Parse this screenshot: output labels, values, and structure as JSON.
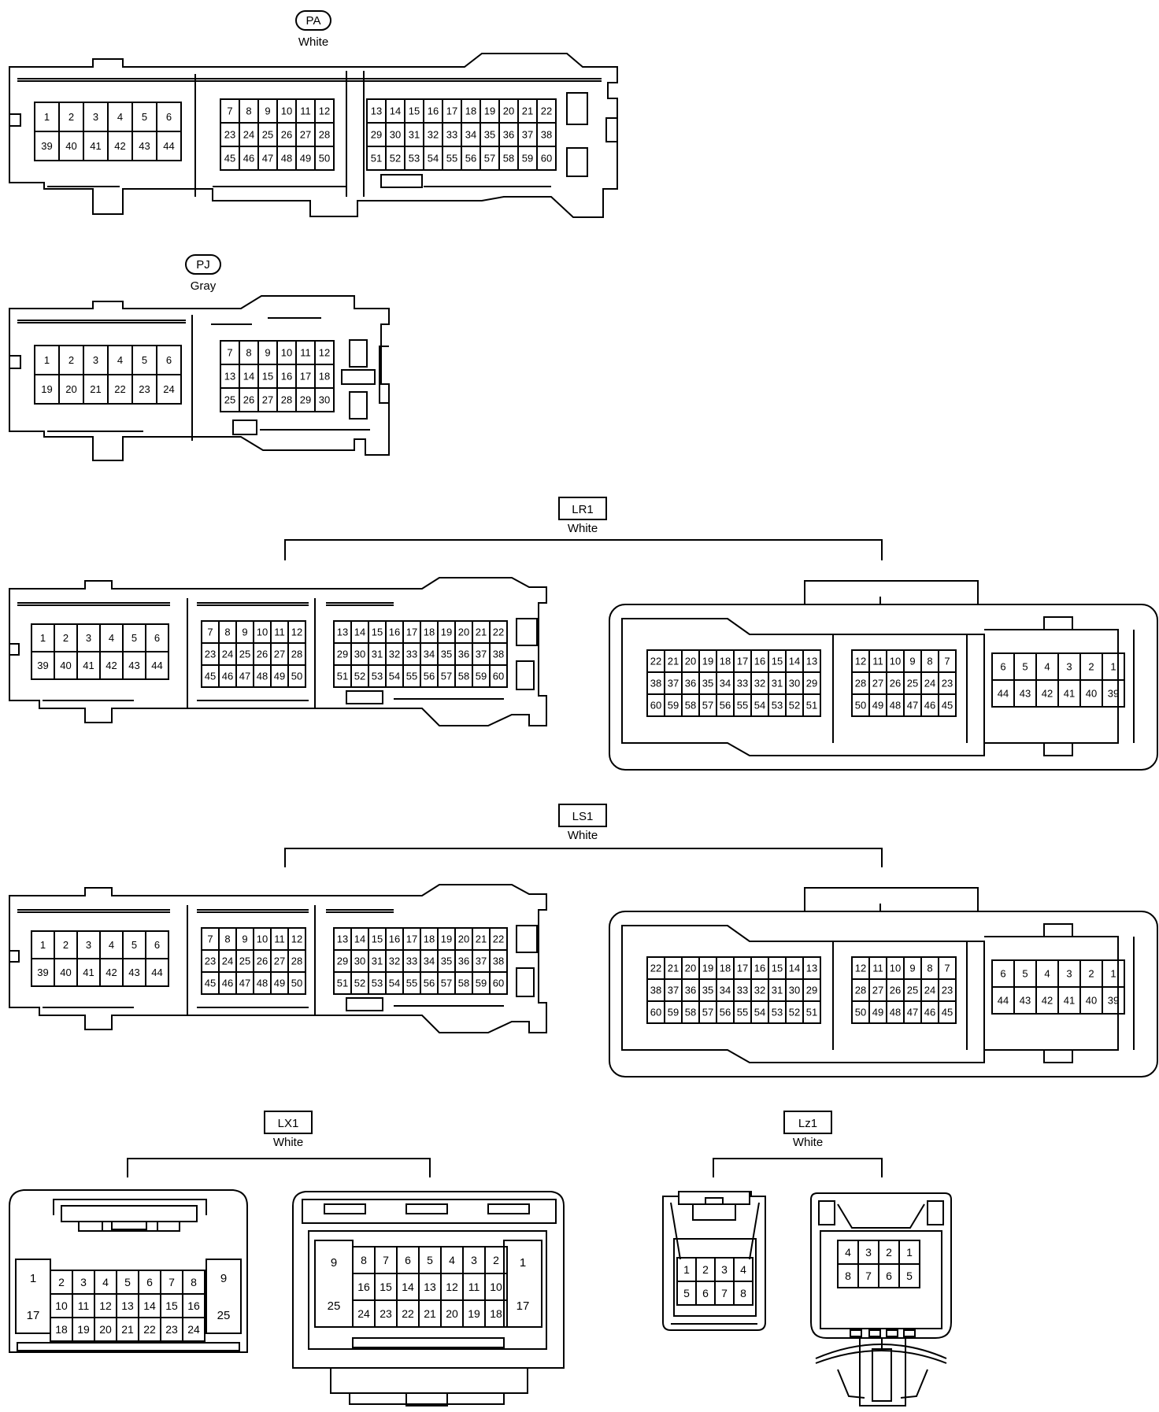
{
  "connectors": [
    {
      "id": "PA",
      "label_shape": "pill",
      "color": "White",
      "views": [
        {
          "blocks": [
            {
              "rows": [
                [
                  "1",
                  "2",
                  "3",
                  "4",
                  "5",
                  "6"
                ],
                [
                  "39",
                  "40",
                  "41",
                  "42",
                  "43",
                  "44"
                ]
              ]
            },
            {
              "rows": [
                [
                  "7",
                  "8",
                  "9",
                  "10",
                  "11",
                  "12"
                ],
                [
                  "23",
                  "24",
                  "25",
                  "26",
                  "27",
                  "28"
                ],
                [
                  "45",
                  "46",
                  "47",
                  "48",
                  "49",
                  "50"
                ]
              ]
            },
            {
              "rows": [
                [
                  "13",
                  "14",
                  "15",
                  "16",
                  "17",
                  "18",
                  "19",
                  "20",
                  "21",
                  "22"
                ],
                [
                  "29",
                  "30",
                  "31",
                  "32",
                  "33",
                  "34",
                  "35",
                  "36",
                  "37",
                  "38"
                ],
                [
                  "51",
                  "52",
                  "53",
                  "54",
                  "55",
                  "56",
                  "57",
                  "58",
                  "59",
                  "60"
                ]
              ]
            }
          ]
        }
      ]
    },
    {
      "id": "PJ",
      "label_shape": "pill",
      "color": "Gray",
      "views": [
        {
          "blocks": [
            {
              "rows": [
                [
                  "1",
                  "2",
                  "3",
                  "4",
                  "5",
                  "6"
                ],
                [
                  "19",
                  "20",
                  "21",
                  "22",
                  "23",
                  "24"
                ]
              ]
            },
            {
              "rows": [
                [
                  "7",
                  "8",
                  "9",
                  "10",
                  "11",
                  "12"
                ],
                [
                  "13",
                  "14",
                  "15",
                  "16",
                  "17",
                  "18"
                ],
                [
                  "25",
                  "26",
                  "27",
                  "28",
                  "29",
                  "30"
                ]
              ]
            }
          ]
        }
      ]
    },
    {
      "id": "LR1",
      "label_shape": "box",
      "color": "White",
      "views": [
        {
          "blocks": [
            {
              "rows": [
                [
                  "1",
                  "2",
                  "3",
                  "4",
                  "5",
                  "6"
                ],
                [
                  "39",
                  "40",
                  "41",
                  "42",
                  "43",
                  "44"
                ]
              ]
            },
            {
              "rows": [
                [
                  "7",
                  "8",
                  "9",
                  "10",
                  "11",
                  "12"
                ],
                [
                  "23",
                  "24",
                  "25",
                  "26",
                  "27",
                  "28"
                ],
                [
                  "45",
                  "46",
                  "47",
                  "48",
                  "49",
                  "50"
                ]
              ]
            },
            {
              "rows": [
                [
                  "13",
                  "14",
                  "15",
                  "16",
                  "17",
                  "18",
                  "19",
                  "20",
                  "21",
                  "22"
                ],
                [
                  "29",
                  "30",
                  "31",
                  "32",
                  "33",
                  "34",
                  "35",
                  "36",
                  "37",
                  "38"
                ],
                [
                  "51",
                  "52",
                  "53",
                  "54",
                  "55",
                  "56",
                  "57",
                  "58",
                  "59",
                  "60"
                ]
              ]
            }
          ]
        },
        {
          "blocks": [
            {
              "rows": [
                [
                  "22",
                  "21",
                  "20",
                  "19",
                  "18",
                  "17",
                  "16",
                  "15",
                  "14",
                  "13"
                ],
                [
                  "38",
                  "37",
                  "36",
                  "35",
                  "34",
                  "33",
                  "32",
                  "31",
                  "30",
                  "29"
                ],
                [
                  "60",
                  "59",
                  "58",
                  "57",
                  "56",
                  "55",
                  "54",
                  "53",
                  "52",
                  "51"
                ]
              ]
            },
            {
              "rows": [
                [
                  "12",
                  "11",
                  "10",
                  "9",
                  "8",
                  "7"
                ],
                [
                  "28",
                  "27",
                  "26",
                  "25",
                  "24",
                  "23"
                ],
                [
                  "50",
                  "49",
                  "48",
                  "47",
                  "46",
                  "45"
                ]
              ]
            },
            {
              "rows": [
                [
                  "6",
                  "5",
                  "4",
                  "3",
                  "2",
                  "1"
                ],
                [
                  "44",
                  "43",
                  "42",
                  "41",
                  "40",
                  "39"
                ]
              ]
            }
          ]
        }
      ]
    },
    {
      "id": "LS1",
      "label_shape": "box",
      "color": "White",
      "views": [
        {
          "blocks": [
            {
              "rows": [
                [
                  "1",
                  "2",
                  "3",
                  "4",
                  "5",
                  "6"
                ],
                [
                  "39",
                  "40",
                  "41",
                  "42",
                  "43",
                  "44"
                ]
              ]
            },
            {
              "rows": [
                [
                  "7",
                  "8",
                  "9",
                  "10",
                  "11",
                  "12"
                ],
                [
                  "23",
                  "24",
                  "25",
                  "26",
                  "27",
                  "28"
                ],
                [
                  "45",
                  "46",
                  "47",
                  "48",
                  "49",
                  "50"
                ]
              ]
            },
            {
              "rows": [
                [
                  "13",
                  "14",
                  "15",
                  "16",
                  "17",
                  "18",
                  "19",
                  "20",
                  "21",
                  "22"
                ],
                [
                  "29",
                  "30",
                  "31",
                  "32",
                  "33",
                  "34",
                  "35",
                  "36",
                  "37",
                  "38"
                ],
                [
                  "51",
                  "52",
                  "53",
                  "54",
                  "55",
                  "56",
                  "57",
                  "58",
                  "59",
                  "60"
                ]
              ]
            }
          ]
        },
        {
          "blocks": [
            {
              "rows": [
                [
                  "22",
                  "21",
                  "20",
                  "19",
                  "18",
                  "17",
                  "16",
                  "15",
                  "14",
                  "13"
                ],
                [
                  "38",
                  "37",
                  "36",
                  "35",
                  "34",
                  "33",
                  "32",
                  "31",
                  "30",
                  "29"
                ],
                [
                  "60",
                  "59",
                  "58",
                  "57",
                  "56",
                  "55",
                  "54",
                  "53",
                  "52",
                  "51"
                ]
              ]
            },
            {
              "rows": [
                [
                  "12",
                  "11",
                  "10",
                  "9",
                  "8",
                  "7"
                ],
                [
                  "28",
                  "27",
                  "26",
                  "25",
                  "24",
                  "23"
                ],
                [
                  "50",
                  "49",
                  "48",
                  "47",
                  "46",
                  "45"
                ]
              ]
            },
            {
              "rows": [
                [
                  "6",
                  "5",
                  "4",
                  "3",
                  "2",
                  "1"
                ],
                [
                  "44",
                  "43",
                  "42",
                  "41",
                  "40",
                  "39"
                ]
              ]
            }
          ]
        }
      ]
    },
    {
      "id": "LX1",
      "label_shape": "box",
      "color": "White",
      "views": [
        {
          "blocks": [
            {
              "rows": [
                [
                  "1"
                ],
                [
                  "17"
                ]
              ]
            },
            {
              "rows": [
                [
                  "2",
                  "3",
                  "4",
                  "5",
                  "6",
                  "7",
                  "8"
                ],
                [
                  "10",
                  "11",
                  "12",
                  "13",
                  "14",
                  "15",
                  "16"
                ],
                [
                  "18",
                  "19",
                  "20",
                  "21",
                  "22",
                  "23",
                  "24"
                ]
              ]
            },
            {
              "rows": [
                [
                  "9"
                ],
                [
                  "25"
                ]
              ]
            }
          ]
        },
        {
          "blocks": [
            {
              "rows": [
                [
                  "9"
                ],
                [
                  "25"
                ]
              ]
            },
            {
              "rows": [
                [
                  "8",
                  "7",
                  "6",
                  "5",
                  "4",
                  "3",
                  "2"
                ],
                [
                  "16",
                  "15",
                  "14",
                  "13",
                  "12",
                  "11",
                  "10"
                ],
                [
                  "24",
                  "23",
                  "22",
                  "21",
                  "20",
                  "19",
                  "18"
                ]
              ]
            },
            {
              "rows": [
                [
                  "1"
                ],
                [
                  "17"
                ]
              ]
            }
          ]
        }
      ]
    },
    {
      "id": "Lz1",
      "label_shape": "box",
      "color": "White",
      "views": [
        {
          "blocks": [
            {
              "rows": [
                [
                  "1",
                  "2",
                  "3",
                  "4"
                ],
                [
                  "5",
                  "6",
                  "7",
                  "8"
                ]
              ]
            }
          ]
        },
        {
          "blocks": [
            {
              "rows": [
                [
                  "4",
                  "3",
                  "2",
                  "1"
                ],
                [
                  "8",
                  "7",
                  "6",
                  "5"
                ]
              ]
            }
          ]
        }
      ]
    }
  ]
}
